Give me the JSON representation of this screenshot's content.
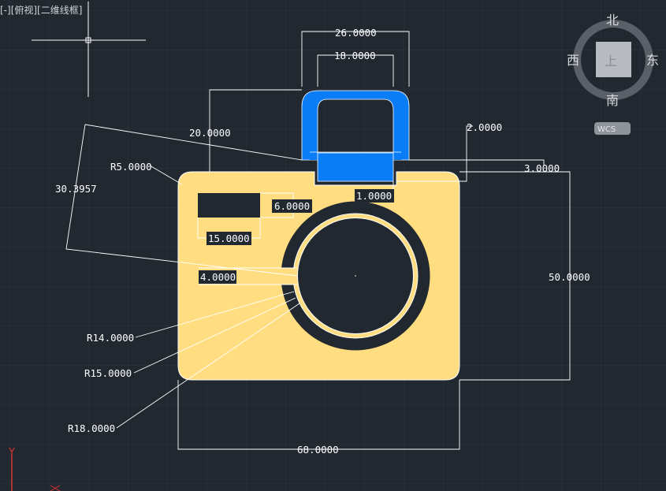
{
  "viewport": {
    "label": "[-][俯视][二维线框]"
  },
  "viewcube": {
    "north": "北",
    "south": "南",
    "east": "东",
    "west": "西",
    "face": "上",
    "ucs_button": "WCS"
  },
  "dimensions": {
    "d26": "26.0000",
    "d18": "18.0000",
    "d20": "20.0000",
    "d2": "2.0000",
    "d3": "3.0000",
    "d1": "1.0000",
    "r5": "R5.0000",
    "d30": "30.3957",
    "d6": "6.0000",
    "d15": "15.0000",
    "d4": "4.0000",
    "d50": "50.0000",
    "r14": "R14.0000",
    "r15": "R15.0000",
    "r18": "R18.0000",
    "d68": "68.0000"
  },
  "axis": {
    "y": "Y"
  },
  "colors": {
    "body": "#FFDD80",
    "strap": "#0A7CF5",
    "background": "#212830"
  }
}
